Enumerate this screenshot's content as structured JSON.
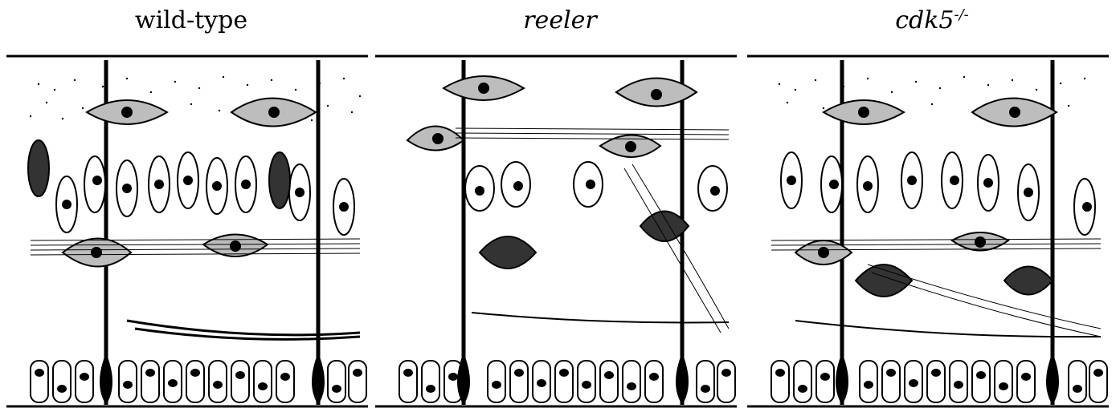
{
  "figure": {
    "panels": [
      {
        "id": "wild-type",
        "title": "wild-type",
        "italic": false,
        "superscript": ""
      },
      {
        "id": "reeler",
        "title": "reeler",
        "italic": true,
        "superscript": ""
      },
      {
        "id": "cdk5",
        "title": "cdk5",
        "italic": true,
        "superscript": "-/-"
      }
    ],
    "colors": {
      "ink": "#000000",
      "cell_fill": "#bdbdbd",
      "background": "#ffffff"
    }
  }
}
